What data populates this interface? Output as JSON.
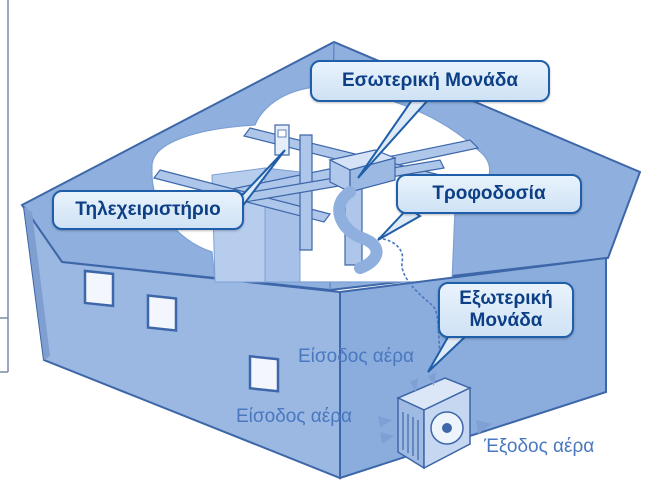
{
  "labels": {
    "indoor_unit": "Εσωτερική Μονάδα",
    "remote": "Τηλεχειριστήριο",
    "power": "Τροφοδοσία",
    "outdoor_unit_line1": "Εξωτερική",
    "outdoor_unit_line2": "Μονάδα",
    "air_in_1": "Είσοδος αέρα",
    "air_in_2": "Είσοδος αέρα",
    "air_out": "Έξοδος αέρα"
  },
  "colors": {
    "roof": "#8fb0de",
    "wall": "#9ab8e2",
    "interior": "#ffffff",
    "duct": "#aec6ea",
    "outline": "#3d67a8",
    "callout_border": "#1f5ea8",
    "callout_text": "#0d3f86",
    "annotation_text": "#4a78c0"
  }
}
